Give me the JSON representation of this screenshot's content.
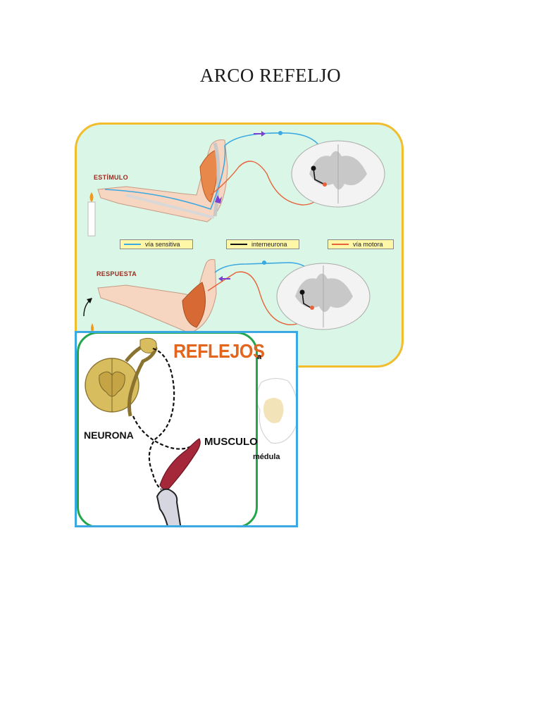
{
  "page": {
    "title": "ARCO REFELJO"
  },
  "top_panel": {
    "label_stimulus": "ESTÍMULO",
    "label_response": "RESPUESTA",
    "legend": [
      {
        "text": "vía sensitiva",
        "color": "#3aa8e2"
      },
      {
        "text": "interneurona",
        "color": "#111111"
      },
      {
        "text": "vía motora",
        "color": "#e8633a"
      }
    ]
  },
  "bottom_panel": {
    "title": "REFLEJOS",
    "title_tail": "a",
    "label_neuron": "NEURONA",
    "label_muscle": "MUSCULO",
    "label_medulla": "médula"
  },
  "colors": {
    "panel_bg": "#d9f6e6",
    "panel_border": "#f2bd2c",
    "blue_frame": "#3aa8e2",
    "green_frame": "#22a64b",
    "reflejos_orange": "#e2661e"
  }
}
